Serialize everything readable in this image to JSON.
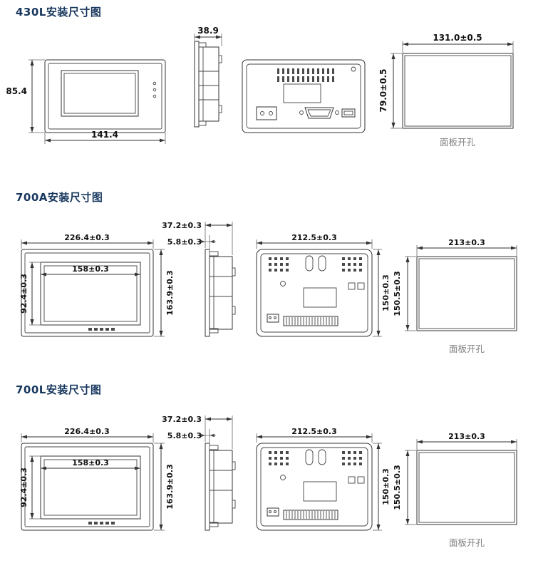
{
  "sections": [
    {
      "title": "430L安装尺寸图",
      "front": {
        "width": "141.4",
        "height": "85.4"
      },
      "side": {
        "depth": "38.9"
      },
      "cutout": {
        "width": "131.0±0.5",
        "height": "79.0±0.5",
        "caption": "面板开孔"
      }
    },
    {
      "title": "700A安装尺寸图",
      "front": {
        "width": "226.4±0.3",
        "screen_width": "158±0.3",
        "screen_height": "92.4±0.3",
        "height": "163.9±0.3"
      },
      "side": {
        "depth": "37.2±0.3",
        "flange": "5.8±0.3"
      },
      "back": {
        "width": "212.5±0.3",
        "height": "150±0.3"
      },
      "cutout": {
        "width": "213±0.3",
        "height": "150.5±0.3",
        "caption": "面板开孔"
      }
    },
    {
      "title": "700L安装尺寸图",
      "front": {
        "width": "226.4±0.3",
        "screen_width": "158±0.3",
        "screen_height": "92.4±0.3",
        "height": "163.9±0.3"
      },
      "side": {
        "depth": "37.2±0.3",
        "flange": "5.8±0.3"
      },
      "back": {
        "width": "212.5±0.3",
        "height": "150±0.3"
      },
      "cutout": {
        "width": "213±0.3",
        "height": "150.5±0.3",
        "caption": "面板开孔"
      }
    }
  ]
}
